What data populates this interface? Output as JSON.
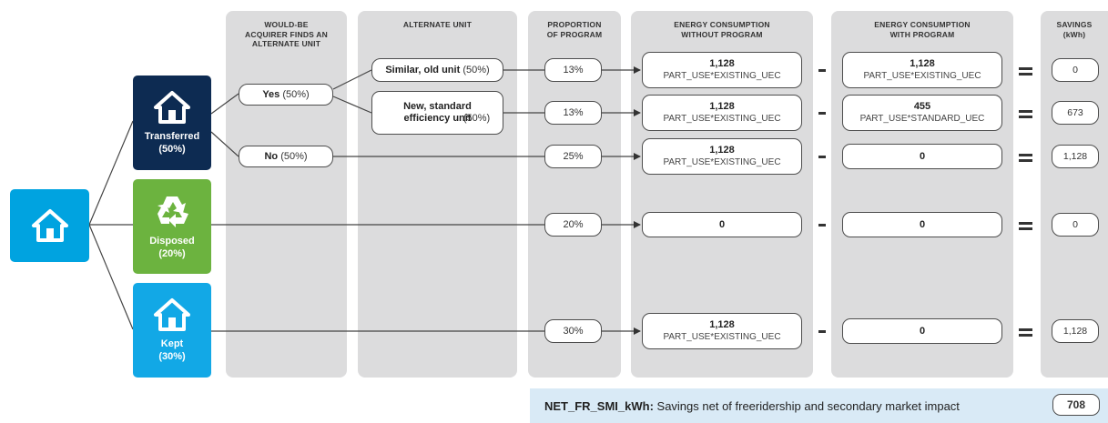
{
  "colors": {
    "start": "#00a3e0",
    "transferred": "#0d2b52",
    "disposed": "#6cb33f",
    "kept": "#12a8e6",
    "column_bg": "#dcdcdd",
    "legend_bg": "#d9eaf6"
  },
  "headers": {
    "acquirer": "WOULD-BE\nACQUIRER FINDS AN\nALTERNATE UNIT",
    "alternate": "ALTERNATE UNIT",
    "proportion": "PROPORTION\nOF PROGRAM",
    "without": "ENERGY CONSUMPTION\nWITHOUT PROGRAM",
    "with": "ENERGY CONSUMPTION\nWITH PROGRAM",
    "savings": "SAVINGS\n(kWh)"
  },
  "nodes": {
    "start_icon": "house-icon",
    "transferred": {
      "label": "Transferred",
      "pct": "(50%)",
      "icon": "house-icon"
    },
    "disposed": {
      "label": "Disposed",
      "pct": "(20%)",
      "icon": "recycle-icon"
    },
    "kept": {
      "label": "Kept",
      "pct": "(30%)",
      "icon": "house-icon"
    }
  },
  "acquirer": {
    "yes": {
      "label": "Yes",
      "pct": "(50%)"
    },
    "no": {
      "label": "No",
      "pct": "(50%)"
    }
  },
  "alternate": {
    "similar": {
      "label": "Similar, old unit",
      "pct": "(50%)"
    },
    "new": {
      "label": "New, standard\nefficiency unit",
      "pct": "(50%)"
    }
  },
  "rows": [
    {
      "proportion": "13%",
      "without_val": "1,128",
      "without_formula": "PART_USE*EXISTING_UEC",
      "with_val": "1,128",
      "with_formula": "PART_USE*EXISTING_UEC",
      "savings": "0"
    },
    {
      "proportion": "13%",
      "without_val": "1,128",
      "without_formula": "PART_USE*EXISTING_UEC",
      "with_val": "455",
      "with_formula": "PART_USE*STANDARD_UEC",
      "savings": "673"
    },
    {
      "proportion": "25%",
      "without_val": "1,128",
      "without_formula": "PART_USE*EXISTING_UEC",
      "with_val": "0",
      "with_formula": "",
      "savings": "1,128"
    },
    {
      "proportion": "20%",
      "without_val": "0",
      "without_formula": "",
      "with_val": "0",
      "with_formula": "",
      "savings": "0"
    },
    {
      "proportion": "30%",
      "without_val": "1,128",
      "without_formula": "PART_USE*EXISTING_UEC",
      "with_val": "0",
      "with_formula": "",
      "savings": "1,128"
    }
  ],
  "legend": {
    "key": "NET_FR_SMI_kWh:",
    "text": " Savings net of freeridership and secondary market impact",
    "value": "708"
  }
}
